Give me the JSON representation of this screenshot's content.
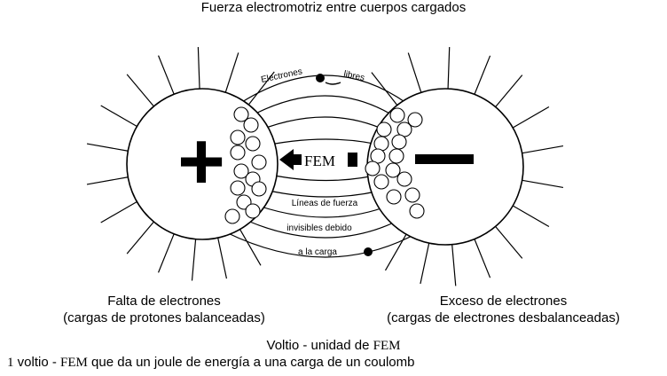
{
  "title": "Fuerza electromotriz entre cuerpos cargados",
  "positive_sign": "+",
  "negative_sign": "−",
  "labels": {
    "electrones": "Electrones",
    "libres": "libres",
    "fem": "FEM",
    "lineas": "Líneas de fuerza",
    "invisibles": "invisibles debido",
    "a_la_carga": "a la carga"
  },
  "left_caption": {
    "line1": "Falta de electrones",
    "line2": "(cargas de protones balanceadas)"
  },
  "right_caption": {
    "line1": "Exceso de electrones",
    "line2": "(cargas de electrones desbalanceadas)"
  },
  "footer": {
    "unit_prefix": "Voltio - unidad de ",
    "unit_fem": "FEM",
    "def_num": "1",
    "def_a": " voltio - ",
    "def_fem": "FEM",
    "def_b": " que da un joule de energía a una carga de un coulomb"
  }
}
